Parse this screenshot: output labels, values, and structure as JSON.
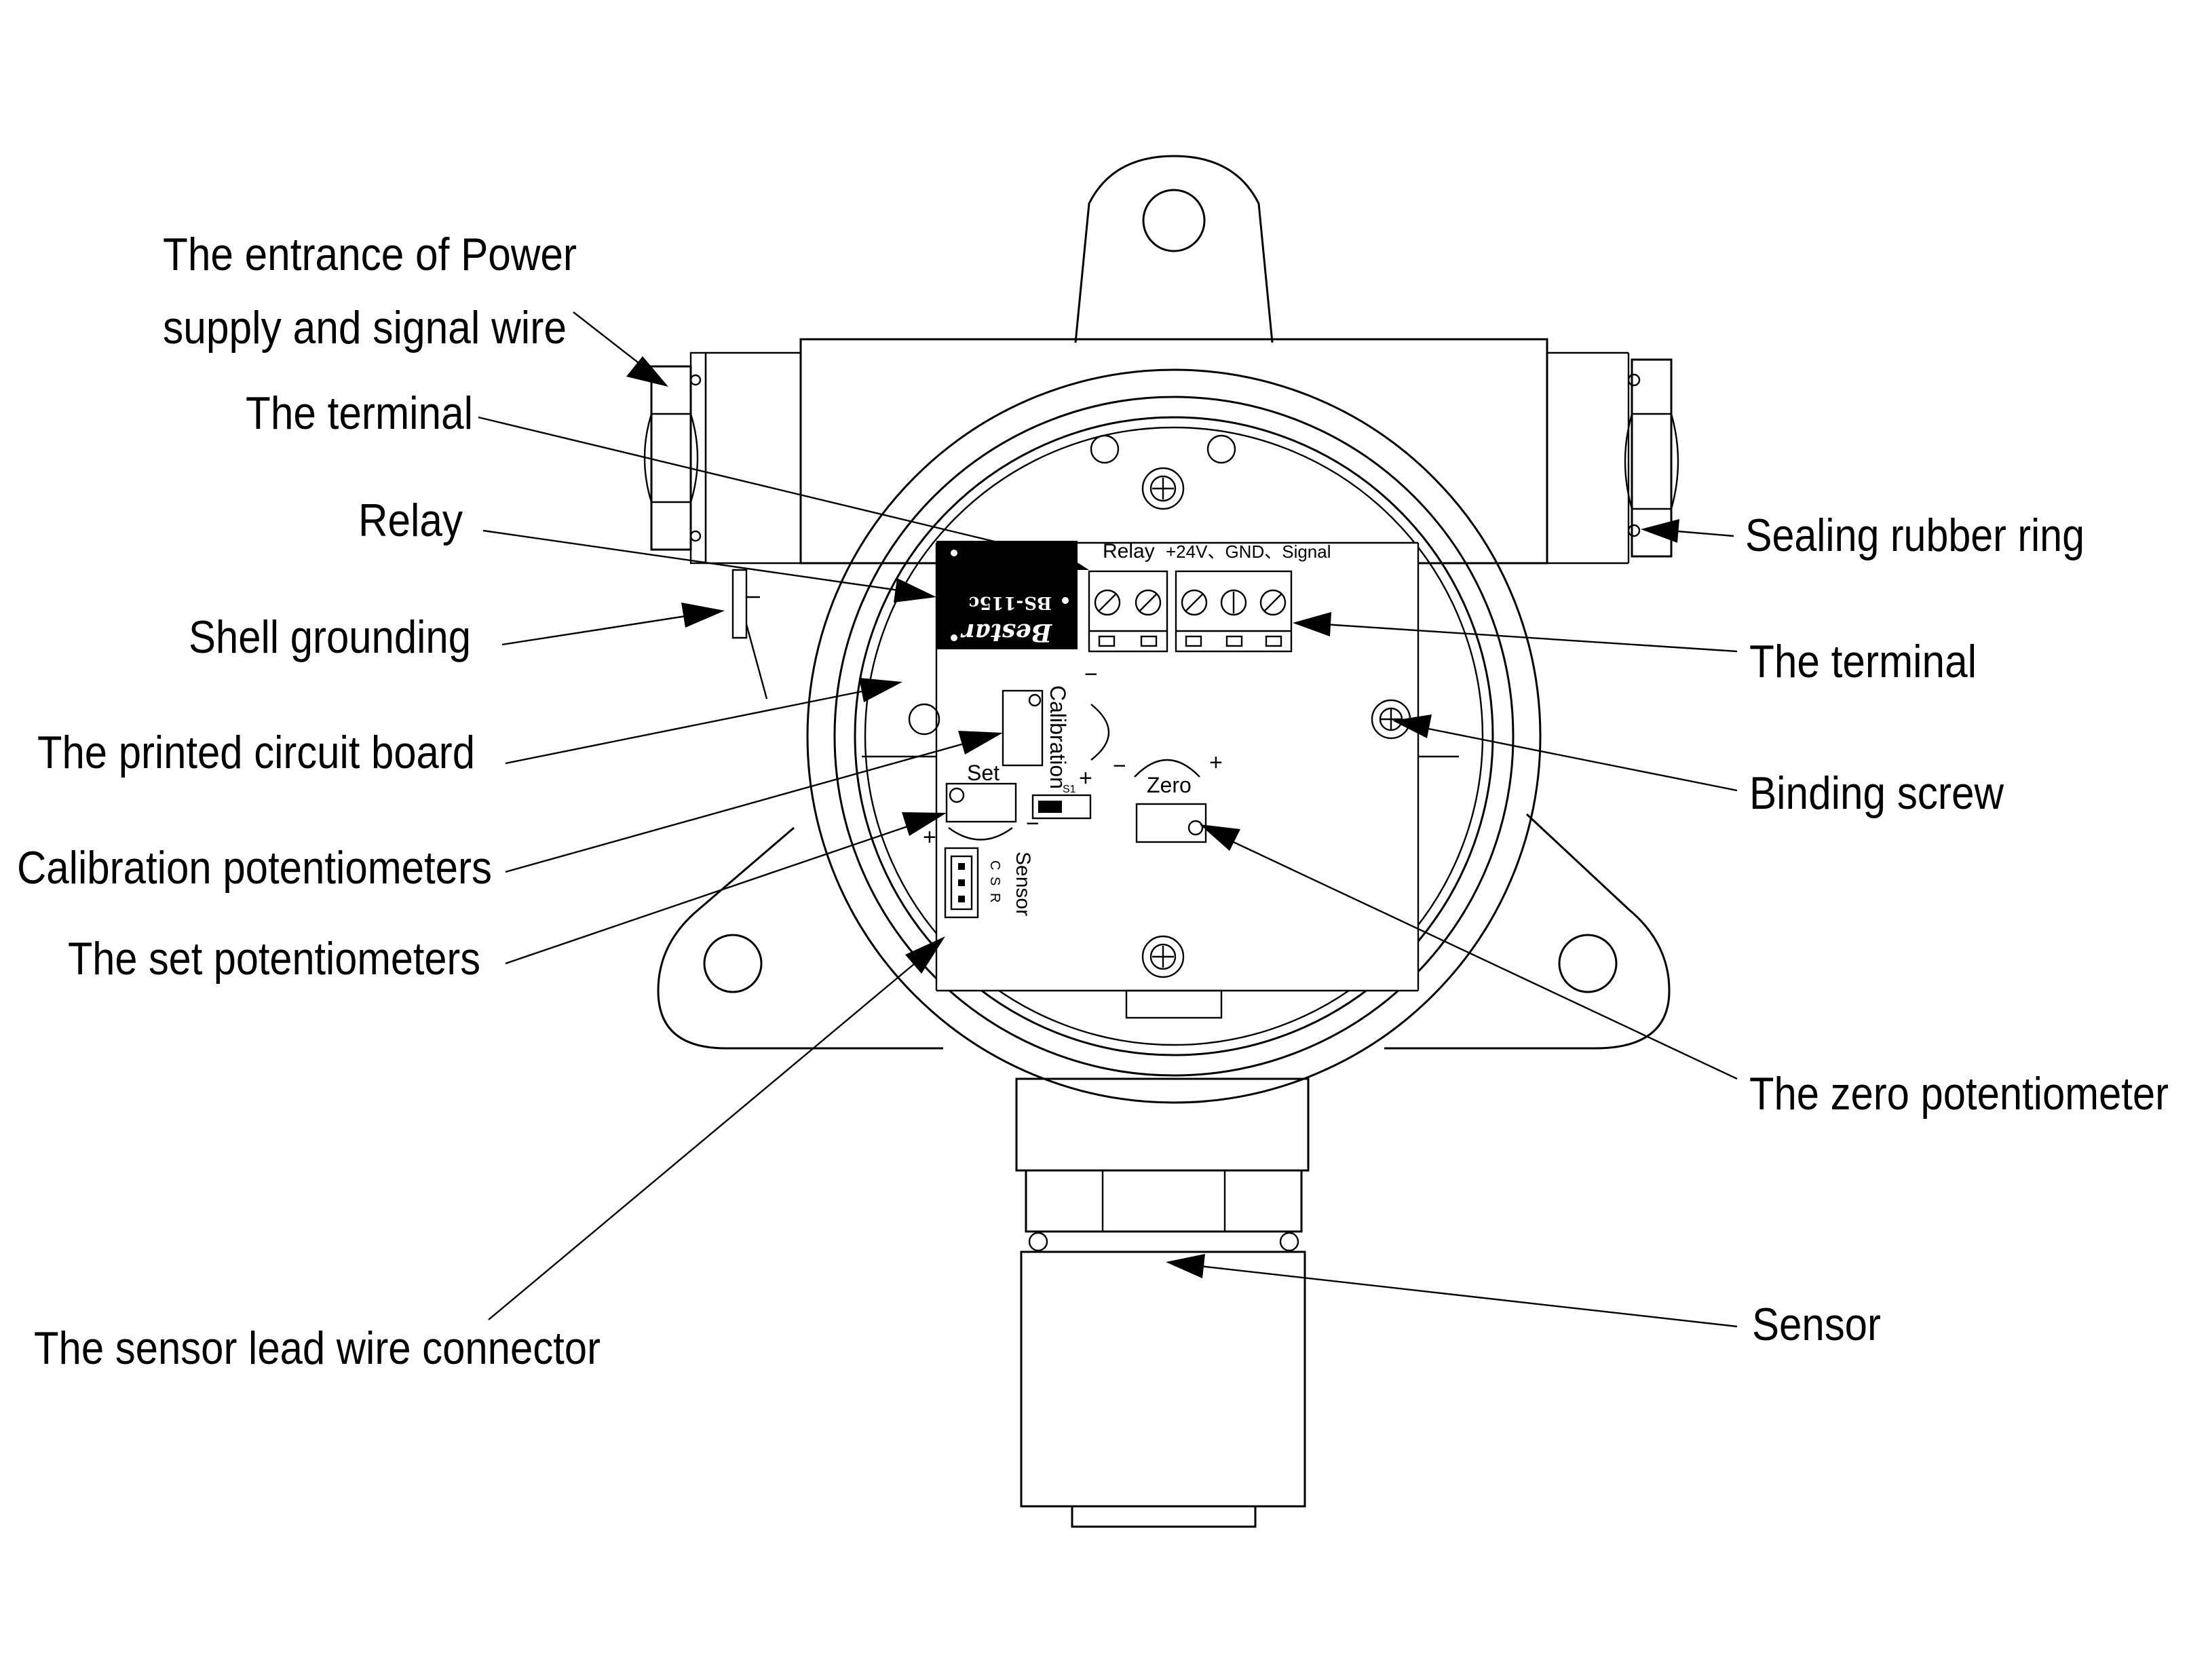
{
  "labels": {
    "power_entrance_line1": "The entrance of Power",
    "power_entrance_line2": "supply and signal wire",
    "terminal_left": "The terminal",
    "relay": "Relay",
    "shell_grounding": "Shell grounding",
    "pcb": "The printed circuit board",
    "calibration_pot": "Calibration potentiometers",
    "set_pot": "The set potentiometers",
    "sensor_connector": "The sensor lead wire connector",
    "sealing_ring": "Sealing rubber ring",
    "terminal_right": "The terminal",
    "binding_screw": "Binding screw",
    "zero_pot": "The zero potentiometer",
    "sensor": "Sensor"
  },
  "board": {
    "relay_label": "Relay",
    "power_label": "+24V、GND、Signal",
    "brand": "Bestar",
    "model": "BS-115c",
    "calibration": "Calibration",
    "set": "Set",
    "zero": "Zero",
    "sensor": "Sensor",
    "switch_label": "S1",
    "pins": [
      "C",
      "S",
      "R"
    ],
    "plus": "+",
    "minus": "−"
  }
}
